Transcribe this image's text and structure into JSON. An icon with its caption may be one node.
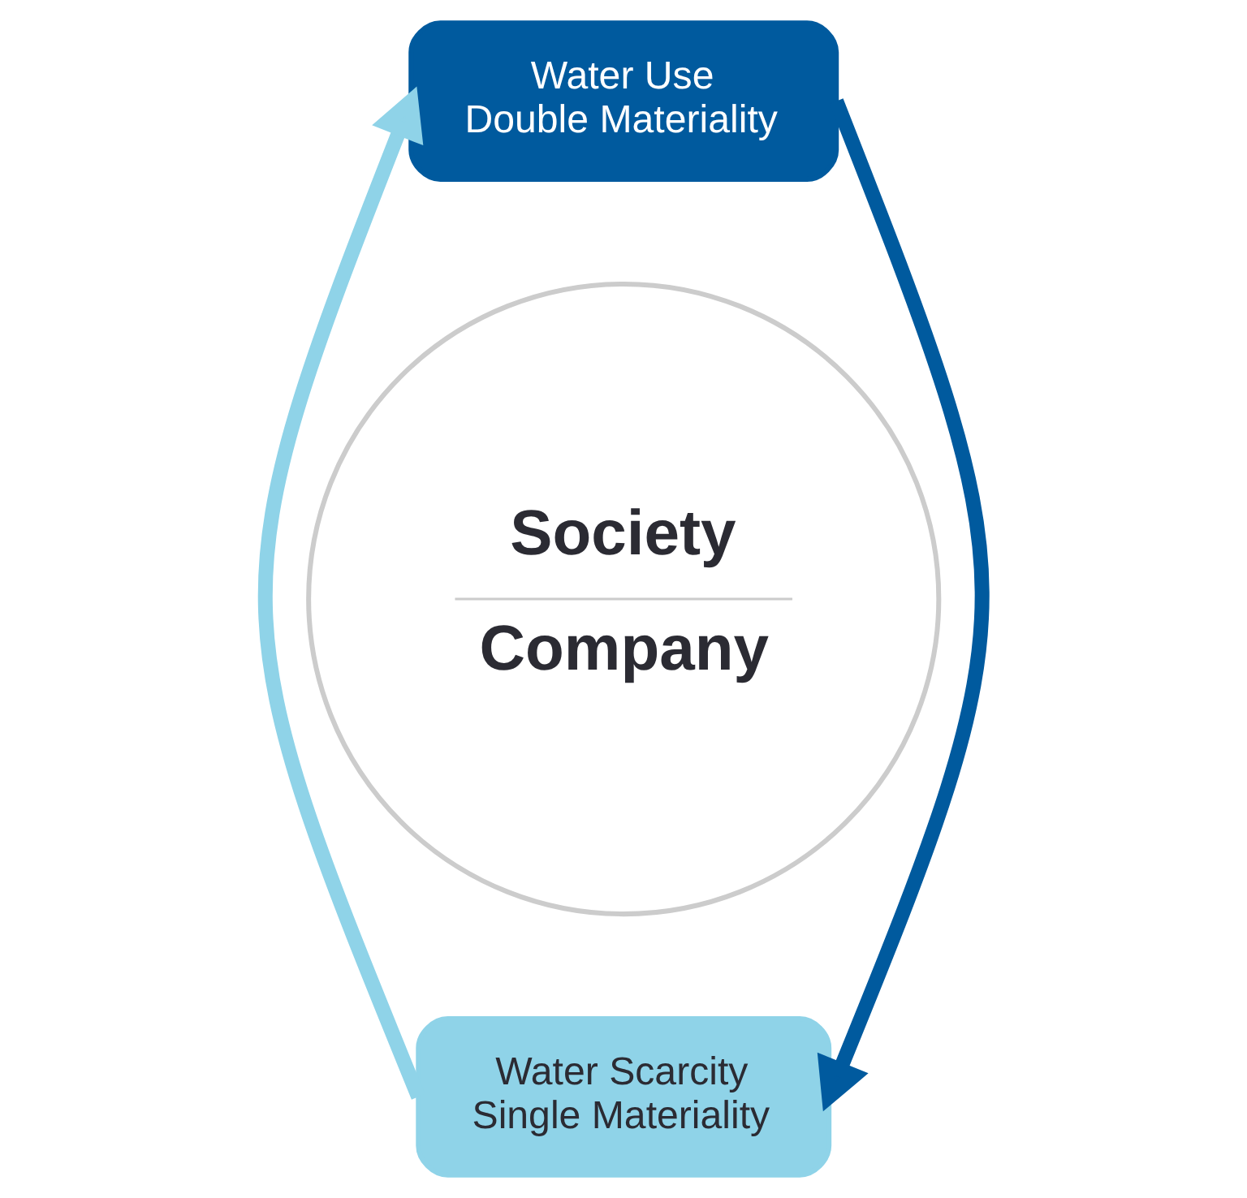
{
  "diagram": {
    "nodes": [
      {
        "text": [
          "Society",
          "Company"
        ]
      },
      {
        "text": [
          "Water Use",
          "Double Materiality"
        ]
      },
      {
        "text": [
          "Water Scarcity",
          "Single Materiality"
        ]
      }
    ],
    "edges": [
      {
        "from": 1,
        "to": 2,
        "arrow": "to",
        "color": "#005a9e"
      },
      {
        "from": 2,
        "to": 1,
        "arrow": "to",
        "color": "#8fd3e8"
      }
    ]
  }
}
